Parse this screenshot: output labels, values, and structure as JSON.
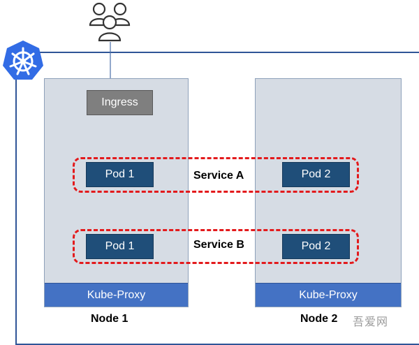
{
  "users_icon": "users-group-icon",
  "cluster_logo_icon": "kubernetes-helm-icon",
  "colors": {
    "cluster_border": "#2f5597",
    "node_fill": "#d6dce4",
    "pod_fill": "#1f4e79",
    "ingress_fill": "#7f7f7f",
    "proxy_fill": "#4472c4",
    "service_dash": "#e31a1c",
    "logo_fill": "#326ce5"
  },
  "ingress": {
    "label": "Ingress"
  },
  "services": [
    {
      "label": "Service A",
      "pods": [
        "Pod 1",
        "Pod 2"
      ]
    },
    {
      "label": "Service B",
      "pods": [
        "Pod 1",
        "Pod 2"
      ]
    }
  ],
  "nodes": [
    {
      "label": "Node 1",
      "proxy_label": "Kube-Proxy"
    },
    {
      "label": "Node 2",
      "proxy_label": "Kube-Proxy"
    }
  ],
  "watermark": {
    "text": "吾爱网"
  }
}
